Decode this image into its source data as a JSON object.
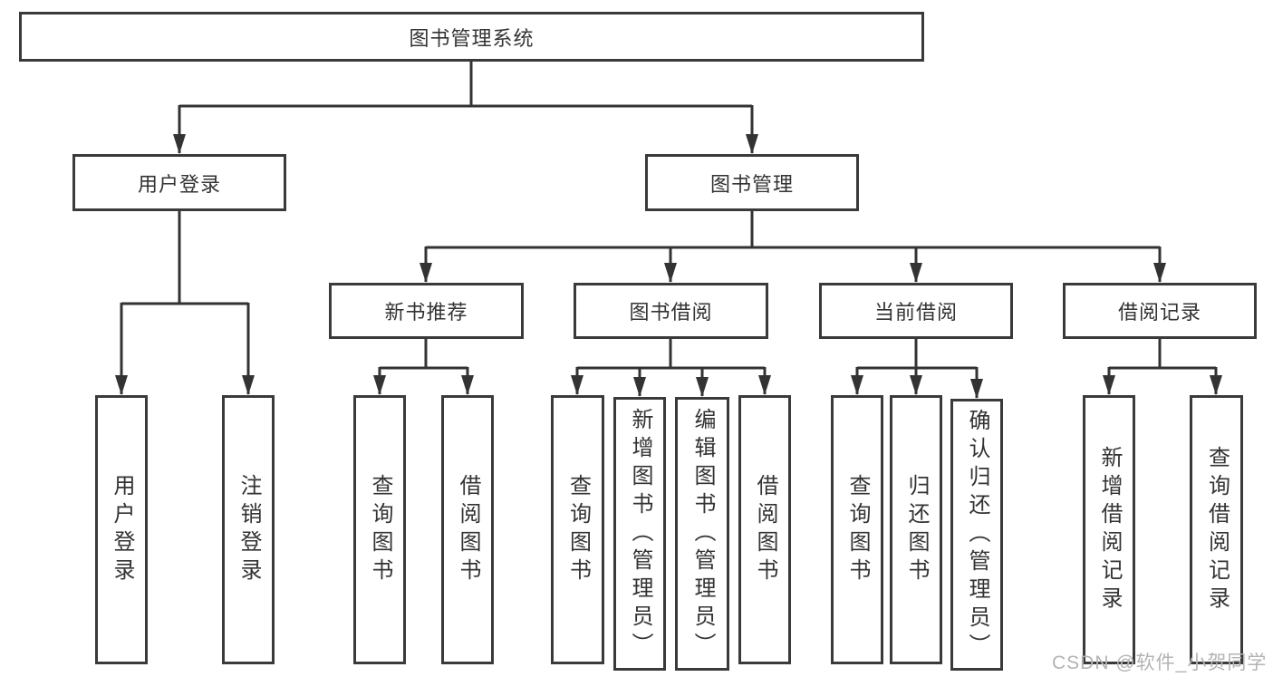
{
  "diagram_title": "图书管理系统",
  "tree": {
    "root": "图书管理系统",
    "branches": [
      {
        "label": "用户登录",
        "children": [
          {
            "label": "用户登录"
          },
          {
            "label": "注销登录"
          }
        ]
      },
      {
        "label": "图书管理",
        "children": [
          {
            "label": "新书推荐",
            "children": [
              {
                "label": "查询图书"
              },
              {
                "label": "借阅图书"
              }
            ]
          },
          {
            "label": "图书借阅",
            "children": [
              {
                "label": "查询图书"
              },
              {
                "label": "新增图书（管理员）"
              },
              {
                "label": "编辑图书（管理员）"
              },
              {
                "label": "借阅图书"
              }
            ]
          },
          {
            "label": "当前借阅",
            "children": [
              {
                "label": "查询图书"
              },
              {
                "label": "归还图书"
              },
              {
                "label": "确认归还（管理员）"
              }
            ]
          },
          {
            "label": "借阅记录",
            "children": [
              {
                "label": "新增借阅记录"
              },
              {
                "label": "查询借阅记录"
              }
            ]
          }
        ]
      }
    ]
  },
  "watermark": "CSDN @软件_小贺同学",
  "colors": {
    "box_border": "#3a3a3a",
    "box_fill": "#ffffff",
    "text": "#333333",
    "connector": "#333333",
    "watermark": "#b3b3b3",
    "background": "#ffffff"
  }
}
